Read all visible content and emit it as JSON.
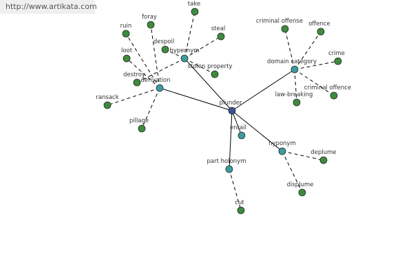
{
  "watermark": {
    "text": "http://www.artikata.com"
  },
  "colors": {
    "center_node": "#3f4f9a",
    "relation_node": "#3f9aa0",
    "leaf_node": "#3f8a3f",
    "node_stroke": "#1f2f1f",
    "solid_edge": "#000000",
    "dashed_edge": "#000000"
  },
  "graph": {
    "center": {
      "id": "plunder",
      "label": "plunder"
    },
    "relations": [
      {
        "id": "hypernym",
        "label": "hypernym"
      },
      {
        "id": "derivation",
        "label": "derivation"
      },
      {
        "id": "domain-category",
        "label": "domain category"
      },
      {
        "id": "entail",
        "label": "entail"
      },
      {
        "id": "hyponym",
        "label": "hyponym"
      },
      {
        "id": "part-holonym",
        "label": "part holonym"
      }
    ],
    "leaves": [
      {
        "id": "take",
        "label": "take",
        "parent": "hypernym"
      },
      {
        "id": "steal",
        "label": "steal",
        "parent": "hypernym"
      },
      {
        "id": "stolen-property",
        "label": "stolen property",
        "parent": "hypernym"
      },
      {
        "id": "despoil",
        "label": "despoil",
        "parent": "hypernym"
      },
      {
        "id": "destroy",
        "label": "destroy",
        "parent": "hypernym"
      },
      {
        "id": "foray",
        "label": "foray",
        "parent": "derivation"
      },
      {
        "id": "ruin",
        "label": "ruin",
        "parent": "derivation"
      },
      {
        "id": "loot",
        "label": "loot",
        "parent": "derivation"
      },
      {
        "id": "ransack",
        "label": "ransack",
        "parent": "derivation"
      },
      {
        "id": "pillage",
        "label": "pillage",
        "parent": "derivation"
      },
      {
        "id": "criminal-offense",
        "label": "criminal offense",
        "parent": "domain-category"
      },
      {
        "id": "offence",
        "label": "offence",
        "parent": "domain-category"
      },
      {
        "id": "crime",
        "label": "crime",
        "parent": "domain-category"
      },
      {
        "id": "criminal-offence",
        "label": "criminal offence",
        "parent": "domain-category"
      },
      {
        "id": "law-breaking",
        "label": "law-breaking",
        "parent": "domain-category"
      },
      {
        "id": "deplume",
        "label": "deplume",
        "parent": "hyponym"
      },
      {
        "id": "displume",
        "label": "displume",
        "parent": "hyponym"
      },
      {
        "id": "cut",
        "label": "cut",
        "parent": "part-holonym"
      }
    ]
  }
}
